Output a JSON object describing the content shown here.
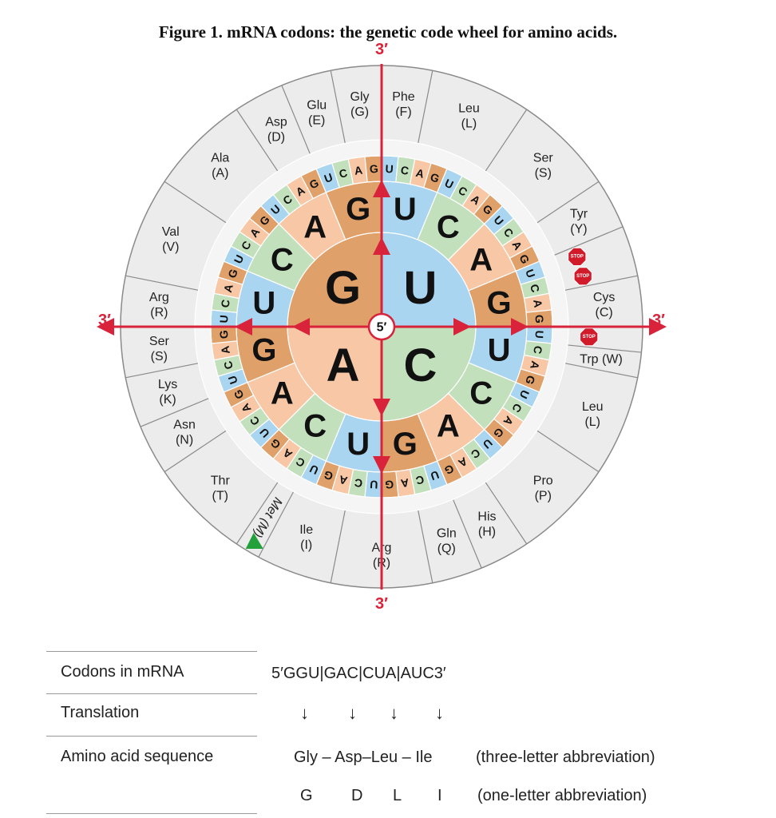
{
  "title": "Figure 1.  mRNA codons: the genetic code wheel for amino acids.",
  "center_label": "5′",
  "end_label": "3′",
  "colors": {
    "G": "#e0a06a",
    "U": "#a9d5f0",
    "A": "#f7c7a6",
    "C": "#c3e0bd",
    "outer": "#ececec",
    "arrow": "#d8233a",
    "stop": "#d11a2a",
    "start": "#22a13a"
  },
  "inner_ring": [
    "U",
    "C",
    "A",
    "G"
  ],
  "inner_ring_order_note": "",
  "amino_acids": [
    {
      "name": "Phe",
      "abbr": "(F)"
    },
    {
      "name": "Leu",
      "abbr": "(L)"
    },
    {
      "name": "Ser",
      "abbr": "(S)"
    },
    {
      "name": "Tyr",
      "abbr": "(Y)"
    },
    {
      "name": "Cys",
      "abbr": "(C)"
    },
    {
      "name": "Trp (W)",
      "abbr": ""
    },
    {
      "name": "Leu",
      "abbr": "(L)"
    },
    {
      "name": "Pro",
      "abbr": "(P)"
    },
    {
      "name": "His",
      "abbr": "(H)"
    },
    {
      "name": "Gln",
      "abbr": "(Q)"
    },
    {
      "name": "Arg",
      "abbr": "(R)"
    },
    {
      "name": "Ile",
      "abbr": "(I)"
    },
    {
      "name": "Met (M)",
      "abbr": ""
    },
    {
      "name": "Thr",
      "abbr": "(T)"
    },
    {
      "name": "Asn",
      "abbr": "(N)"
    },
    {
      "name": "Lys",
      "abbr": "(K)"
    },
    {
      "name": "Ser",
      "abbr": "(S)"
    },
    {
      "name": "Arg",
      "abbr": "(R)"
    },
    {
      "name": "Val",
      "abbr": "(V)"
    },
    {
      "name": "Ala",
      "abbr": "(A)"
    },
    {
      "name": "Asp",
      "abbr": "(D)"
    },
    {
      "name": "Glu",
      "abbr": "(E)"
    },
    {
      "name": "Gly",
      "abbr": "(G)"
    }
  ],
  "stop_label": "STOP",
  "table": {
    "row1_label": "Codons in mRNA",
    "row1_value": "5′GGU|GAC|CUA|AUC3′",
    "row2_label": "Translation",
    "arrows": [
      "↓",
      "↓",
      "↓",
      "↓"
    ],
    "row3_label": "Amino acid sequence",
    "three_letter": "Gly – Asp–Leu – Ile",
    "three_letter_note": "(three-letter abbreviation)",
    "one_letter": [
      "G",
      "D",
      "L",
      "I"
    ],
    "one_letter_note": "(one-letter abbreviation)"
  }
}
